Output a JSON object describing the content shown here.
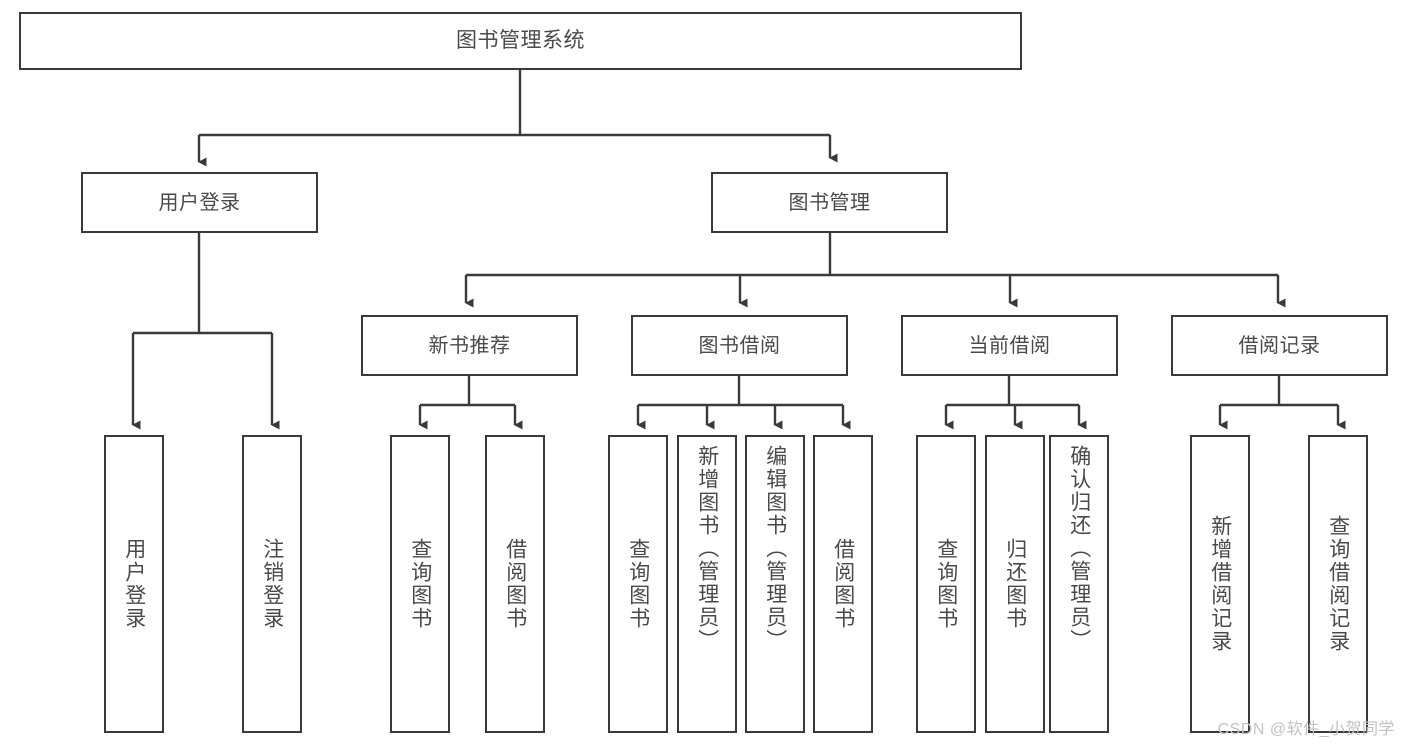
{
  "diagram": {
    "title": "图书管理系统",
    "watermark": "CSDN @软件_小贺同学",
    "colors": {
      "box_border": "#3a3a3a",
      "text": "#4a4a4a",
      "line": "#3a3a3a",
      "background": "#ffffff",
      "watermark": "#c2c2c2"
    },
    "root": {
      "label": "图书管理系统"
    },
    "level2": [
      {
        "label": "用户登录"
      },
      {
        "label": "图书管理"
      }
    ],
    "level3": [
      {
        "label": "新书推荐"
      },
      {
        "label": "图书借阅"
      },
      {
        "label": "当前借阅"
      },
      {
        "label": "借阅记录"
      }
    ],
    "leaves": {
      "user_login": [
        {
          "label": "用户登录"
        },
        {
          "label": "注销登录"
        }
      ],
      "new_book_recommend": [
        {
          "label": "查询图书"
        },
        {
          "label": "借阅图书"
        }
      ],
      "book_borrow": [
        {
          "label": "查询图书"
        },
        {
          "label": "新增图书（管理员）"
        },
        {
          "label": "编辑图书（管理员）"
        },
        {
          "label": "借阅图书"
        }
      ],
      "current_borrow": [
        {
          "label": "查询图书"
        },
        {
          "label": "归还图书"
        },
        {
          "label": "确认归还（管理员）"
        }
      ],
      "borrow_record": [
        {
          "label": "新增借阅记录"
        },
        {
          "label": "查询借阅记录"
        }
      ]
    }
  }
}
